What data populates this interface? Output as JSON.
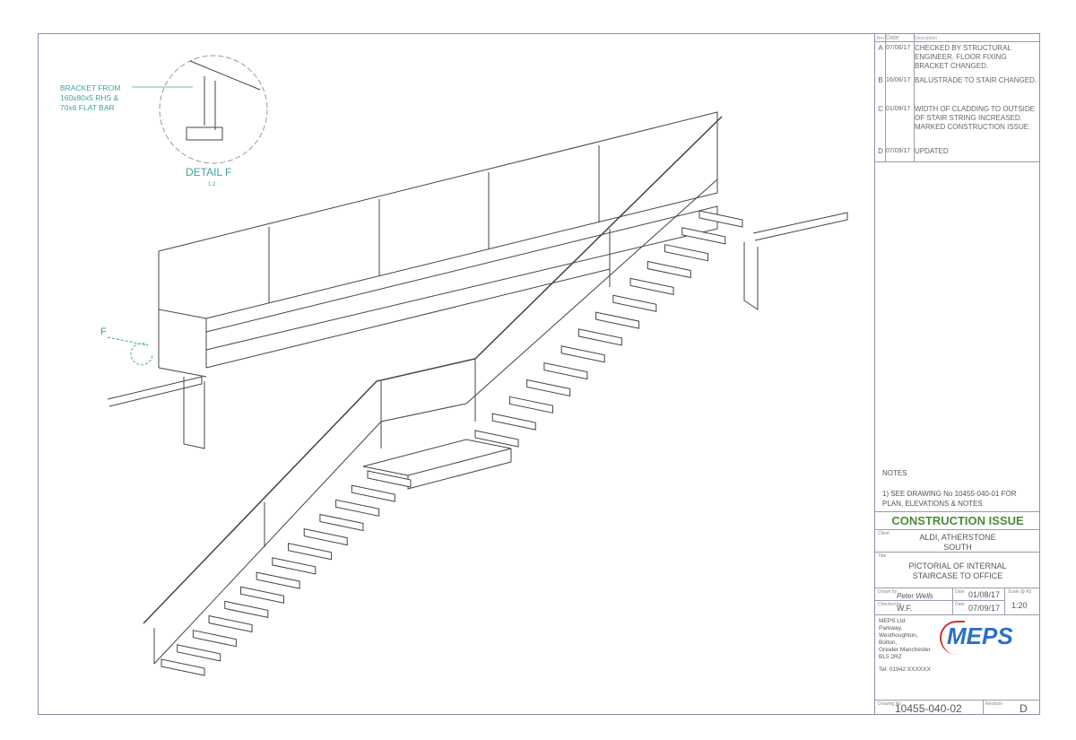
{
  "detail": {
    "callout": [
      "BRACKET FROM",
      "160x80x5 RHS &",
      "70x6 FLAT BAR"
    ],
    "title": "DETAIL F",
    "scale": "1:2",
    "marker": "F"
  },
  "revisions": {
    "headers": [
      "Rev",
      "Date",
      "Description"
    ],
    "rows": [
      {
        "rev": "A",
        "date": "07/06/17",
        "desc": "CHECKED BY STRUCTURAL ENGINEER. FLOOR FIXING BRACKET CHANGED."
      },
      {
        "rev": "B",
        "date": "16/06/17",
        "desc": "BALUSTRADE TO STAIR CHANGED."
      },
      {
        "rev": "C",
        "date": "01/09/17",
        "desc": "WIDTH OF CLADDING TO OUTSIDE OF STAIR STRING INCREASED. MARKED CONSTRUCTION ISSUE."
      },
      {
        "rev": "D",
        "date": "07/09/17",
        "desc": "UPDATED"
      }
    ]
  },
  "notes": {
    "title": "NOTES",
    "items": [
      "1) SEE DRAWING No 10455-040-01 FOR PLAN, ELEVATIONS & NOTES"
    ]
  },
  "status": "CONSTRUCTION ISSUE",
  "client": {
    "label": "Client",
    "value": [
      "ALDI, ATHERSTONE",
      "SOUTH"
    ]
  },
  "title": {
    "label": "Title",
    "value": [
      "PICTORIAL OF INTERNAL",
      "STAIRCASE TO OFFICE"
    ]
  },
  "drawn": {
    "label": "Drawn by",
    "value": "Peter Wells",
    "date_label": "Date",
    "date": "01/08/17",
    "scale_label": "Scale @ A3",
    "scale": "1:20"
  },
  "checked": {
    "label": "Checked by",
    "value": "W.F.",
    "date_label": "Date",
    "date": "07/09/17"
  },
  "company": {
    "lines": [
      "MEPS Ltd",
      "Parkway,",
      "Westhoughton,",
      "Bolton,",
      "Greater Manchester",
      "BL5 2RZ"
    ],
    "tel": "Tel: 01942 XXXXXX",
    "logo": "MEPS"
  },
  "drawing_no": {
    "label": "Drawing No",
    "value": "10455-040-02",
    "rev_label": "Revision",
    "rev": "D"
  },
  "colors": {
    "border": "#8a8fb0",
    "teal": "#3aa6a0",
    "status": "#4c8a3c",
    "logo": "#2b6fc9"
  }
}
